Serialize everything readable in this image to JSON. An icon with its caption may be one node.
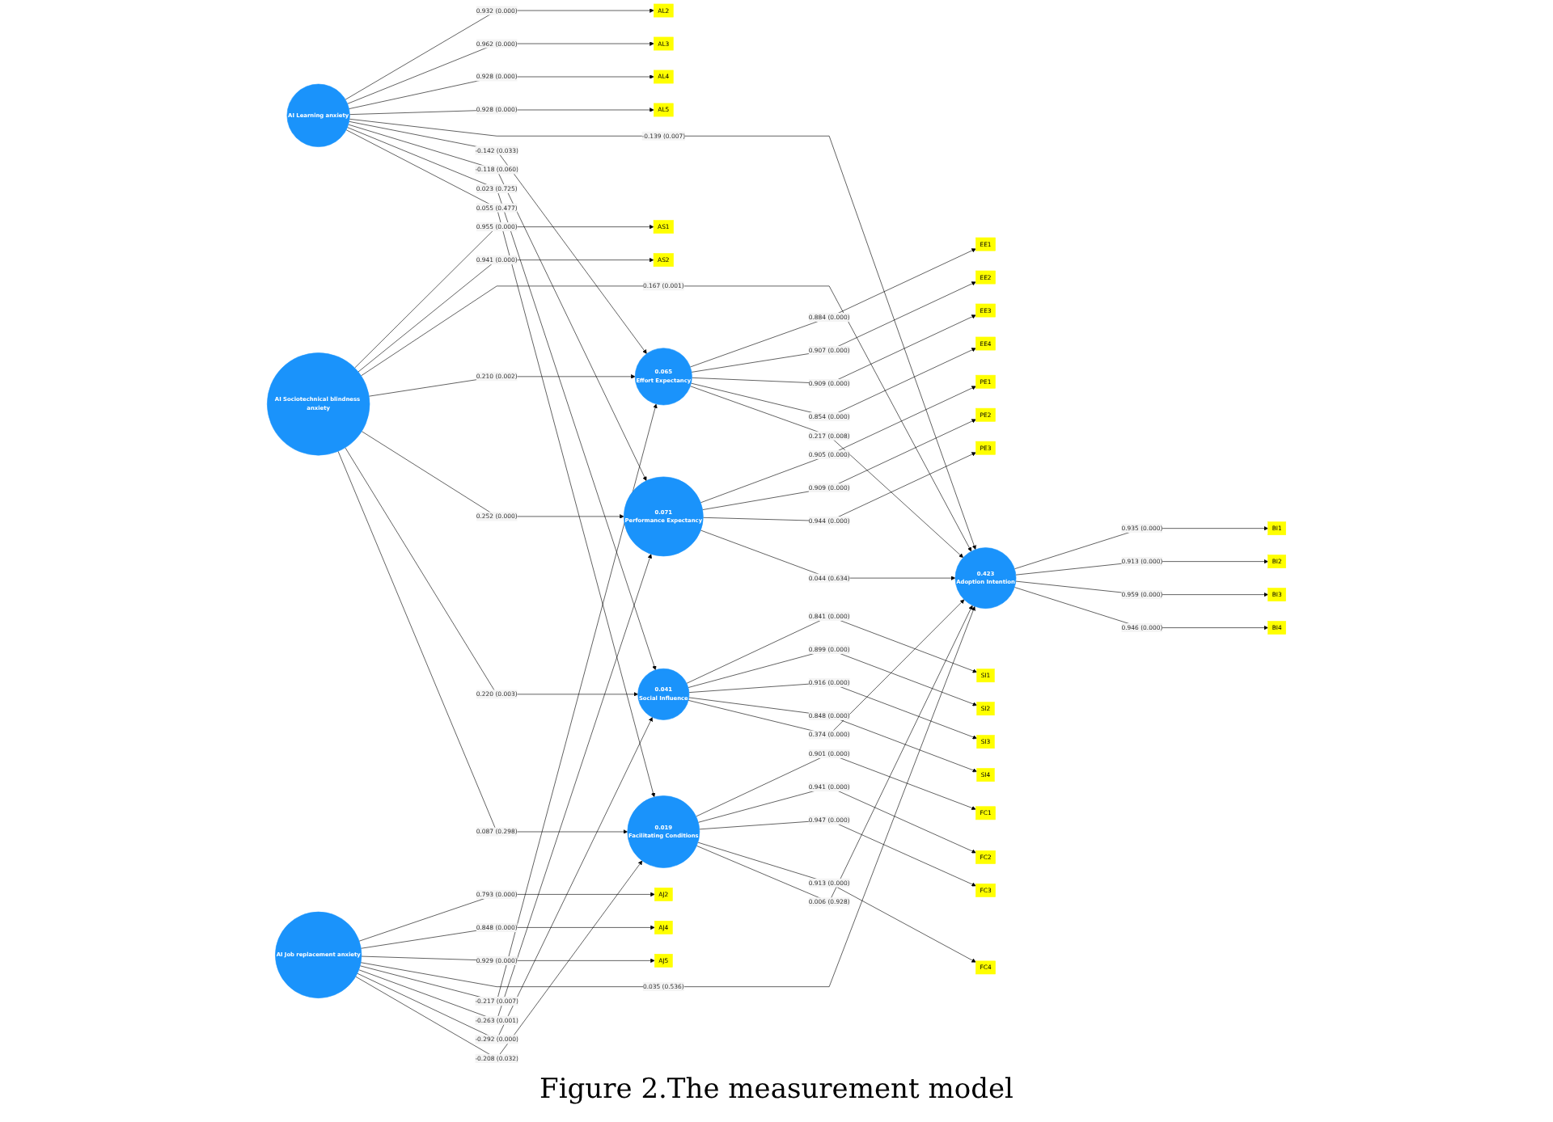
{
  "diagram": {
    "caption": "Figure 2.The measurement model",
    "nodes": [
      {
        "text": [
          "BI1"
        ]
      },
      {
        "text": [
          "BI2"
        ]
      },
      {
        "text": [
          "BI3"
        ]
      },
      {
        "text": [
          "BI4"
        ]
      },
      {
        "text": [
          "0.423",
          "Adoption Intention"
        ]
      },
      {
        "text": [
          "AL2"
        ]
      },
      {
        "text": [
          "AL3"
        ]
      },
      {
        "text": [
          "AL4"
        ]
      },
      {
        "text": [
          "AL5"
        ]
      },
      {
        "text": [
          "AI Learning anxiety"
        ]
      },
      {
        "text": [
          "0.065",
          "Effort Expectancy"
        ]
      },
      {
        "text": [
          "EE1"
        ]
      },
      {
        "text": [
          "EE2"
        ]
      },
      {
        "text": [
          "EE3"
        ]
      },
      {
        "text": [
          "EE4"
        ]
      },
      {
        "text": [
          "0.071",
          "Performance Expectancy"
        ]
      },
      {
        "text": [
          "PE1"
        ]
      },
      {
        "text": [
          "PE2"
        ]
      },
      {
        "text": [
          "PE3"
        ]
      },
      {
        "text": [
          "AS1"
        ]
      },
      {
        "text": [
          "AS2"
        ]
      },
      {
        "text": [
          "AI Sociotechnical blindness anxiety"
        ]
      },
      {
        "text": [
          "0.041",
          "Social Influence"
        ]
      },
      {
        "text": [
          "SI1"
        ]
      },
      {
        "text": [
          "SI2"
        ]
      },
      {
        "text": [
          "SI3"
        ]
      },
      {
        "text": [
          "SI4"
        ]
      },
      {
        "text": [
          "AJ2"
        ]
      },
      {
        "text": [
          "AJ4"
        ]
      },
      {
        "text": [
          "AJ5"
        ]
      },
      {
        "text": [
          "AI Job replacement anxiety"
        ]
      },
      {
        "text": [
          "0.019",
          "Facilitating Conditions"
        ]
      },
      {
        "text": [
          "FC1"
        ]
      },
      {
        "text": [
          "FC2"
        ]
      },
      {
        "text": [
          "FC3"
        ]
      },
      {
        "text": [
          "FC4"
        ]
      }
    ],
    "edges": [
      {
        "from": 4,
        "to": 0,
        "arrow": "to",
        "label": "0.935 (0.000)"
      },
      {
        "from": 4,
        "to": 1,
        "arrow": "to",
        "label": "0.913 (0.000)"
      },
      {
        "from": 4,
        "to": 2,
        "arrow": "to",
        "label": "0.959 (0.000)"
      },
      {
        "from": 4,
        "to": 3,
        "arrow": "to",
        "label": "0.946 (0.000)"
      },
      {
        "from": 9,
        "to": 5,
        "arrow": "to",
        "label": "0.932 (0.000)"
      },
      {
        "from": 9,
        "to": 6,
        "arrow": "to",
        "label": "0.962 (0.000)"
      },
      {
        "from": 9,
        "to": 7,
        "arrow": "to",
        "label": "0.928 (0.000)"
      },
      {
        "from": 9,
        "to": 8,
        "arrow": "to",
        "label": "0.928 (0.000)"
      },
      {
        "from": 10,
        "to": 11,
        "arrow": "to",
        "label": "0.884 (0.000)"
      },
      {
        "from": 10,
        "to": 12,
        "arrow": "to",
        "label": "0.907 (0.000)"
      },
      {
        "from": 10,
        "to": 13,
        "arrow": "to",
        "label": "0.909 (0.000)"
      },
      {
        "from": 10,
        "to": 14,
        "arrow": "to",
        "label": "0.854 (0.000)"
      },
      {
        "from": 15,
        "to": 16,
        "arrow": "to",
        "label": "0.905 (0.000)"
      },
      {
        "from": 15,
        "to": 17,
        "arrow": "to",
        "label": "0.909 (0.000)"
      },
      {
        "from": 15,
        "to": 18,
        "arrow": "to",
        "label": "0.944 (0.000)"
      },
      {
        "from": 21,
        "to": 19,
        "arrow": "to",
        "label": "0.955 (0.000)"
      },
      {
        "from": 21,
        "to": 20,
        "arrow": "to",
        "label": "0.941 (0.000)"
      },
      {
        "from": 22,
        "to": 23,
        "arrow": "to",
        "label": "0.841 (0.000)"
      },
      {
        "from": 22,
        "to": 24,
        "arrow": "to",
        "label": "0.899 (0.000)"
      },
      {
        "from": 22,
        "to": 25,
        "arrow": "to",
        "label": "0.916 (0.000)"
      },
      {
        "from": 22,
        "to": 26,
        "arrow": "to",
        "label": "0.848 (0.000)"
      },
      {
        "from": 30,
        "to": 27,
        "arrow": "to",
        "label": "0.793 (0.000)"
      },
      {
        "from": 30,
        "to": 28,
        "arrow": "to",
        "label": "0.848 (0.000)"
      },
      {
        "from": 30,
        "to": 29,
        "arrow": "to",
        "label": "0.929 (0.000)"
      },
      {
        "from": 31,
        "to": 32,
        "arrow": "to",
        "label": "0.901 (0.000)"
      },
      {
        "from": 31,
        "to": 33,
        "arrow": "to",
        "label": "0.941 (0.000)"
      },
      {
        "from": 31,
        "to": 34,
        "arrow": "to",
        "label": "0.947 (0.000)"
      },
      {
        "from": 31,
        "to": 35,
        "arrow": "to",
        "label": "0.913 (0.000)"
      },
      {
        "from": 9,
        "to": 4,
        "arrow": "to",
        "label": "-0.139 (0.007)"
      },
      {
        "from": 9,
        "to": 10,
        "arrow": "to",
        "label": "-0.142 (0.033)"
      },
      {
        "from": 9,
        "to": 15,
        "arrow": "to",
        "label": "-0.118 (0.060)"
      },
      {
        "from": 9,
        "to": 22,
        "arrow": "to",
        "label": "0.023 (0.725)"
      },
      {
        "from": 9,
        "to": 31,
        "arrow": "to",
        "label": "0.055 (0.477)"
      },
      {
        "from": 21,
        "to": 4,
        "arrow": "to",
        "label": "0.167 (0.001)"
      },
      {
        "from": 21,
        "to": 10,
        "arrow": "to",
        "label": "0.210 (0.002)"
      },
      {
        "from": 21,
        "to": 15,
        "arrow": "to",
        "label": "0.252 (0.000)"
      },
      {
        "from": 21,
        "to": 22,
        "arrow": "to",
        "label": "0.220 (0.003)"
      },
      {
        "from": 21,
        "to": 31,
        "arrow": "to",
        "label": "0.087 (0.298)"
      },
      {
        "from": 30,
        "to": 4,
        "arrow": "to",
        "label": "0.035 (0.536)"
      },
      {
        "from": 30,
        "to": 10,
        "arrow": "to",
        "label": "-0.217 (0.007)"
      },
      {
        "from": 30,
        "to": 15,
        "arrow": "to",
        "label": "-0.263 (0.001)"
      },
      {
        "from": 30,
        "to": 22,
        "arrow": "to",
        "label": "-0.292 (0.000)"
      },
      {
        "from": 30,
        "to": 31,
        "arrow": "to",
        "label": "-0.208 (0.032)"
      },
      {
        "from": 10,
        "to": 4,
        "arrow": "to",
        "label": "0.217 (0.008)"
      },
      {
        "from": 15,
        "to": 4,
        "arrow": "to",
        "label": "0.044 (0.634)"
      },
      {
        "from": 22,
        "to": 4,
        "arrow": "to",
        "label": "0.374 (0.000)"
      },
      {
        "from": 31,
        "to": 4,
        "arrow": "to",
        "label": "0.006 (0.928)"
      }
    ]
  }
}
